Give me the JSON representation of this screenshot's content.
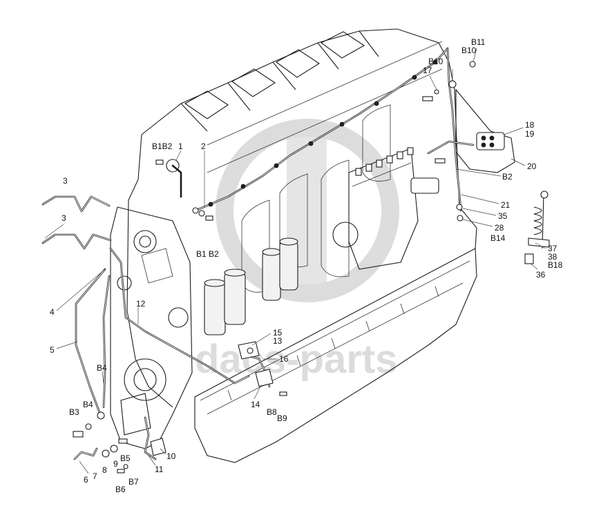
{
  "watermark": {
    "text": "dacs-parts",
    "color": "#d9d9d9"
  },
  "callouts": [
    {
      "id": "lbl-b11",
      "text": "B11"
    },
    {
      "id": "lbl-b10-top",
      "text": "B10"
    },
    {
      "id": "lbl-b10-mid",
      "text": "B10"
    },
    {
      "id": "lbl-17",
      "text": "17"
    },
    {
      "id": "lbl-18",
      "text": "18"
    },
    {
      "id": "lbl-19",
      "text": "19"
    },
    {
      "id": "lbl-20",
      "text": "20"
    },
    {
      "id": "lbl-b2-right",
      "text": "B2"
    },
    {
      "id": "lbl-21",
      "text": "21"
    },
    {
      "id": "lbl-35",
      "text": "35"
    },
    {
      "id": "lbl-28",
      "text": "28"
    },
    {
      "id": "lbl-b14",
      "text": "B14"
    },
    {
      "id": "lbl-37",
      "text": "37"
    },
    {
      "id": "lbl-38",
      "text": "38"
    },
    {
      "id": "lbl-b18",
      "text": "B18"
    },
    {
      "id": "lbl-36",
      "text": "36"
    },
    {
      "id": "lbl-b1b2-top",
      "text": "B1B2"
    },
    {
      "id": "lbl-1",
      "text": "1"
    },
    {
      "id": "lbl-2",
      "text": "2"
    },
    {
      "id": "lbl-3-top",
      "text": "3"
    },
    {
      "id": "lbl-3-mid",
      "text": "3"
    },
    {
      "id": "lbl-b1b2-mid",
      "text": "B1 B2"
    },
    {
      "id": "lbl-4",
      "text": "4"
    },
    {
      "id": "lbl-12",
      "text": "12"
    },
    {
      "id": "lbl-5",
      "text": "5"
    },
    {
      "id": "lbl-b4-upper",
      "text": "B4"
    },
    {
      "id": "lbl-b4-lower",
      "text": "B4"
    },
    {
      "id": "lbl-b3",
      "text": "B3"
    },
    {
      "id": "lbl-15",
      "text": "15"
    },
    {
      "id": "lbl-13",
      "text": "13"
    },
    {
      "id": "lbl-16",
      "text": "16"
    },
    {
      "id": "lbl-14",
      "text": "14"
    },
    {
      "id": "lbl-b8",
      "text": "B8"
    },
    {
      "id": "lbl-b9",
      "text": "B9"
    },
    {
      "id": "lbl-10",
      "text": "10"
    },
    {
      "id": "lbl-11",
      "text": "11"
    },
    {
      "id": "lbl-9",
      "text": "9"
    },
    {
      "id": "lbl-b5",
      "text": "B5"
    },
    {
      "id": "lbl-7",
      "text": "7"
    },
    {
      "id": "lbl-8",
      "text": "8"
    },
    {
      "id": "lbl-6",
      "text": "6"
    },
    {
      "id": "lbl-b7",
      "text": "B7"
    },
    {
      "id": "lbl-b6",
      "text": "B6"
    }
  ]
}
